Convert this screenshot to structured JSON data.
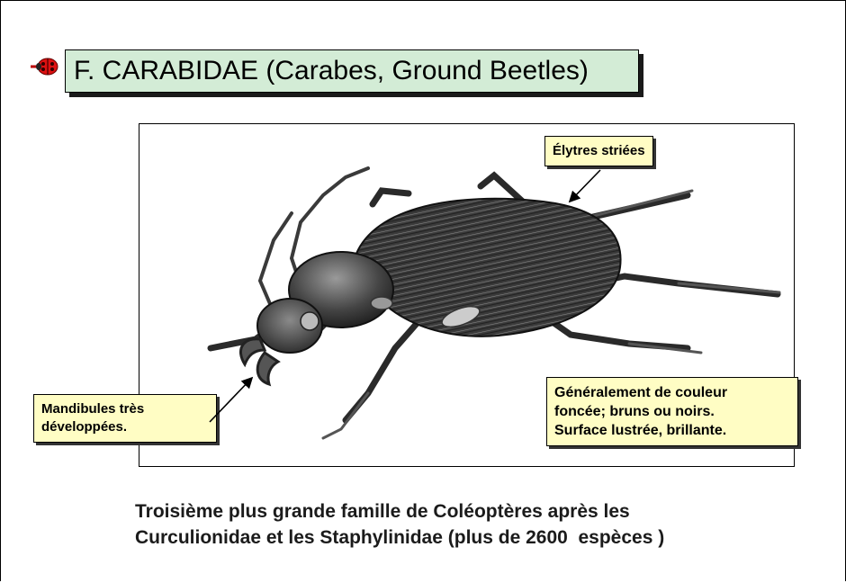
{
  "slide": {
    "title": "F. CARABIDAE (Carabes, Ground Beetles)",
    "bullet_icon": "ladybug-icon",
    "image": "ground-beetle-illustration"
  },
  "callouts": {
    "elytres": "Élytres striées",
    "mandibules_line1": "Mandibules très",
    "mandibules_line2": "développées.",
    "couleur_line1": "Généralement de couleur",
    "couleur_line2": "foncée; bruns ou noirs.",
    "couleur_line3": "Surface lustrée, brillante."
  },
  "caption": {
    "line1": "Troisième plus grande famille de Coléoptères après les",
    "line2": "Curculionidae et les Staphylinidae (plus de 2600  espèces )"
  },
  "colors": {
    "title_bg": "#d3ecd6",
    "callout_bg": "#fffdc4"
  }
}
